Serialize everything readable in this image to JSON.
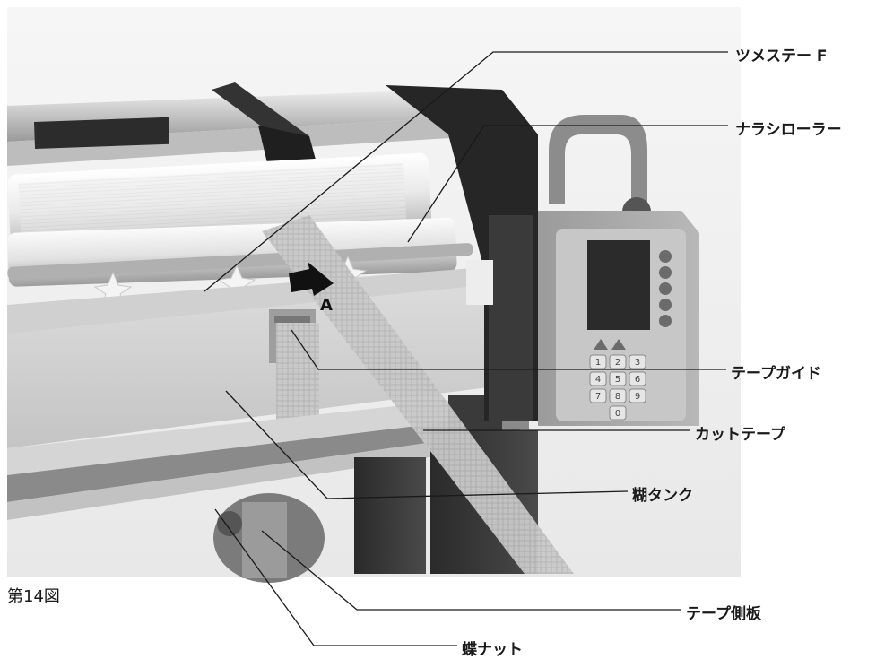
{
  "figure": {
    "caption": "第14図",
    "arrow_label": "A"
  },
  "labels": {
    "tsumesute_f": "ツメステー F",
    "narashi_roller": "ナラシローラー",
    "tape_guide": "テープガイド",
    "cut_tape": "カットテープ",
    "nori_tank": "糊タンク",
    "tape_sokuban": "テープ側板",
    "chou_nut": "蝶ナット"
  },
  "keypad": {
    "keys": [
      "1",
      "2",
      "3",
      "4",
      "5",
      "6",
      "7",
      "8",
      "9",
      "0"
    ]
  },
  "colors": {
    "leader_line": "#1a1a1a",
    "photo_background": "#efefef"
  }
}
